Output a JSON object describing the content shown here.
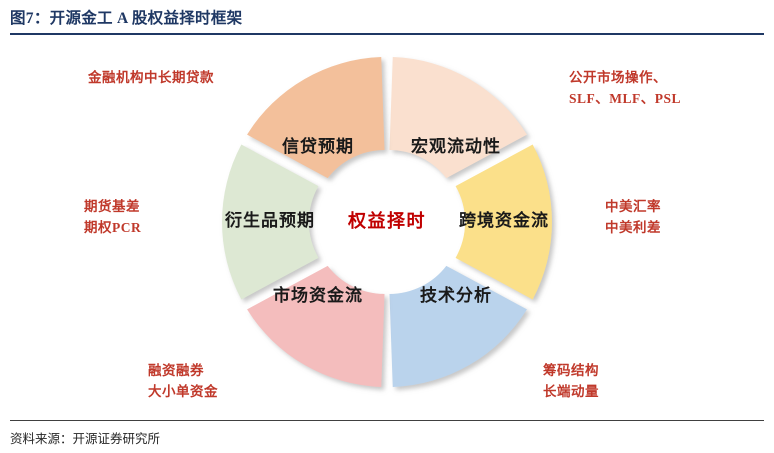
{
  "figure": {
    "title": "图7：开源金工 A 股权益择时框架",
    "source": "资料来源：开源证券研究所"
  },
  "diagram": {
    "type": "radial-wheel",
    "center_label": "权益择时",
    "center_color": "#C00000",
    "segments": [
      {
        "id": "macro-liquidity",
        "label": "宏观流动性",
        "color": "#FAE0CF",
        "position": "top-right",
        "note_lines": [
          "公开市场操作、",
          "SLF、MLF、PSL"
        ]
      },
      {
        "id": "cross-border-capital",
        "label": "跨境资金流",
        "color": "#FBE08A",
        "position": "right",
        "note_lines": [
          "中美汇率",
          "中美利差"
        ]
      },
      {
        "id": "technical-analysis",
        "label": "技术分析",
        "color": "#BAD3EC",
        "position": "bottom-right",
        "note_lines": [
          "筹码结构",
          "长端动量"
        ]
      },
      {
        "id": "market-capital-flow",
        "label": "市场资金流",
        "color": "#F4BDBD",
        "position": "bottom-left",
        "note_lines": [
          "融资融券",
          "大小单资金"
        ]
      },
      {
        "id": "derivatives-expectation",
        "label": "衍生品预期",
        "color": "#DDE8D3",
        "position": "left",
        "note_lines": [
          "期货基差",
          "期权PCR"
        ]
      },
      {
        "id": "credit-expectation",
        "label": "信贷预期",
        "color": "#F3C09B",
        "position": "top-left",
        "note_lines": [
          "金融机构中长期贷款"
        ]
      }
    ]
  }
}
